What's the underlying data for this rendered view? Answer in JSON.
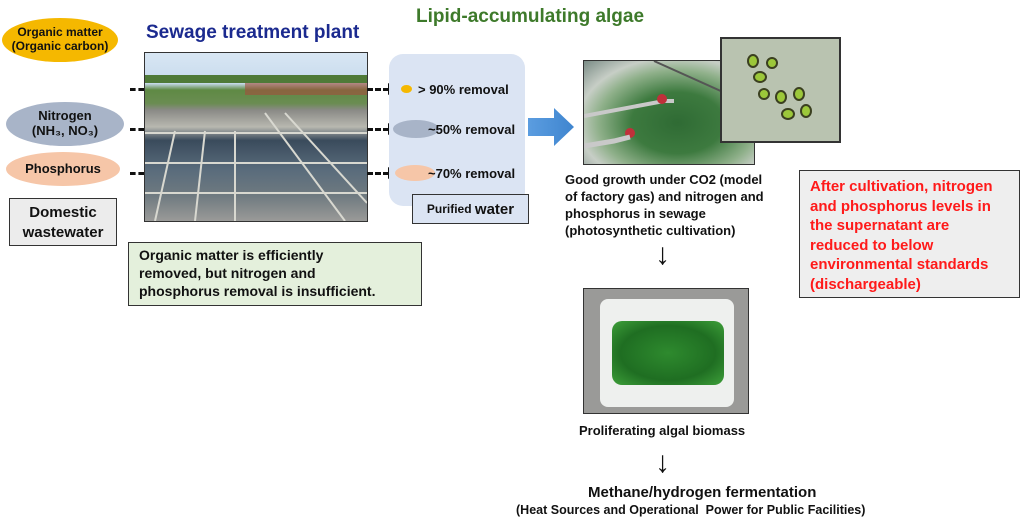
{
  "inputs": {
    "organic": {
      "line1": "Organic matter",
      "line2": "(Organic carbon)",
      "color": "#f5b800"
    },
    "nitrogen": {
      "line1": "Nitrogen",
      "line2": "(NH₃, NO₃)",
      "color": "#a8b4c8"
    },
    "phosphorus": {
      "label": "Phosphorus",
      "color": "#f6c6a8"
    },
    "source": {
      "line1": "Domestic",
      "line2": "wastewater"
    }
  },
  "plant": {
    "title": "Sewage treatment plant",
    "photo_label": "sewage-treatment-plant-photo",
    "note": [
      "Organic matter is efficiently",
      "removed, but nitrogen and",
      "phosphorus removal is insufficient."
    ]
  },
  "purified": {
    "removals": [
      {
        "label": "> 90% removal",
        "substance": "organic",
        "percent": 90
      },
      {
        "label": "~50% removal",
        "substance": "nitrogen",
        "percent": 50
      },
      {
        "label": "~70% removal",
        "substance": "phosphorus",
        "percent": 70
      }
    ],
    "box_label_a": "Purified ",
    "box_label_b": "water"
  },
  "algae": {
    "title": "Lipid-accumulating algae",
    "caption": [
      "Good growth under CO2 (model",
      "of factory gas) and nitrogen and",
      "phosphorus in sewage",
      "(photosynthetic cultivation)"
    ]
  },
  "result_note": [
    "After cultivation, nitrogen",
    "and phosphorus levels in",
    "the supernatant are",
    "reduced to below",
    "environmental standards",
    "(dischargeable)"
  ],
  "biomass": {
    "caption": "Proliferating algal biomass"
  },
  "fermentation": {
    "title": "Methane/hydrogen fermentation",
    "subtitle": "(Heat Sources and Operational  Power for Public Facilities)"
  },
  "colors": {
    "title_blue": "#1b2a8f",
    "title_green": "#3e7a2b",
    "alert_red": "#ff1a1a",
    "arrow_blue": "#4a90d9"
  }
}
